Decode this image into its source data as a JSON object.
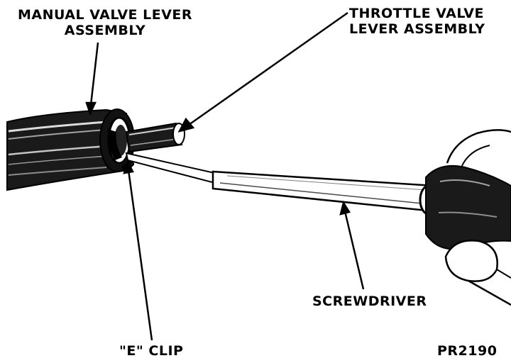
{
  "diagram": {
    "labels": {
      "manual_valve_lever_line1": "MANUAL VALVE LEVER",
      "manual_valve_lever_line2": "ASSEMBLY",
      "throttle_valve_line1": "THROTTLE VALVE",
      "throttle_valve_line2": "LEVER ASSEMBLY",
      "screwdriver": "SCREWDRIVER",
      "e_clip": "\"E\" CLIP",
      "figure_code": "PR2190"
    }
  }
}
